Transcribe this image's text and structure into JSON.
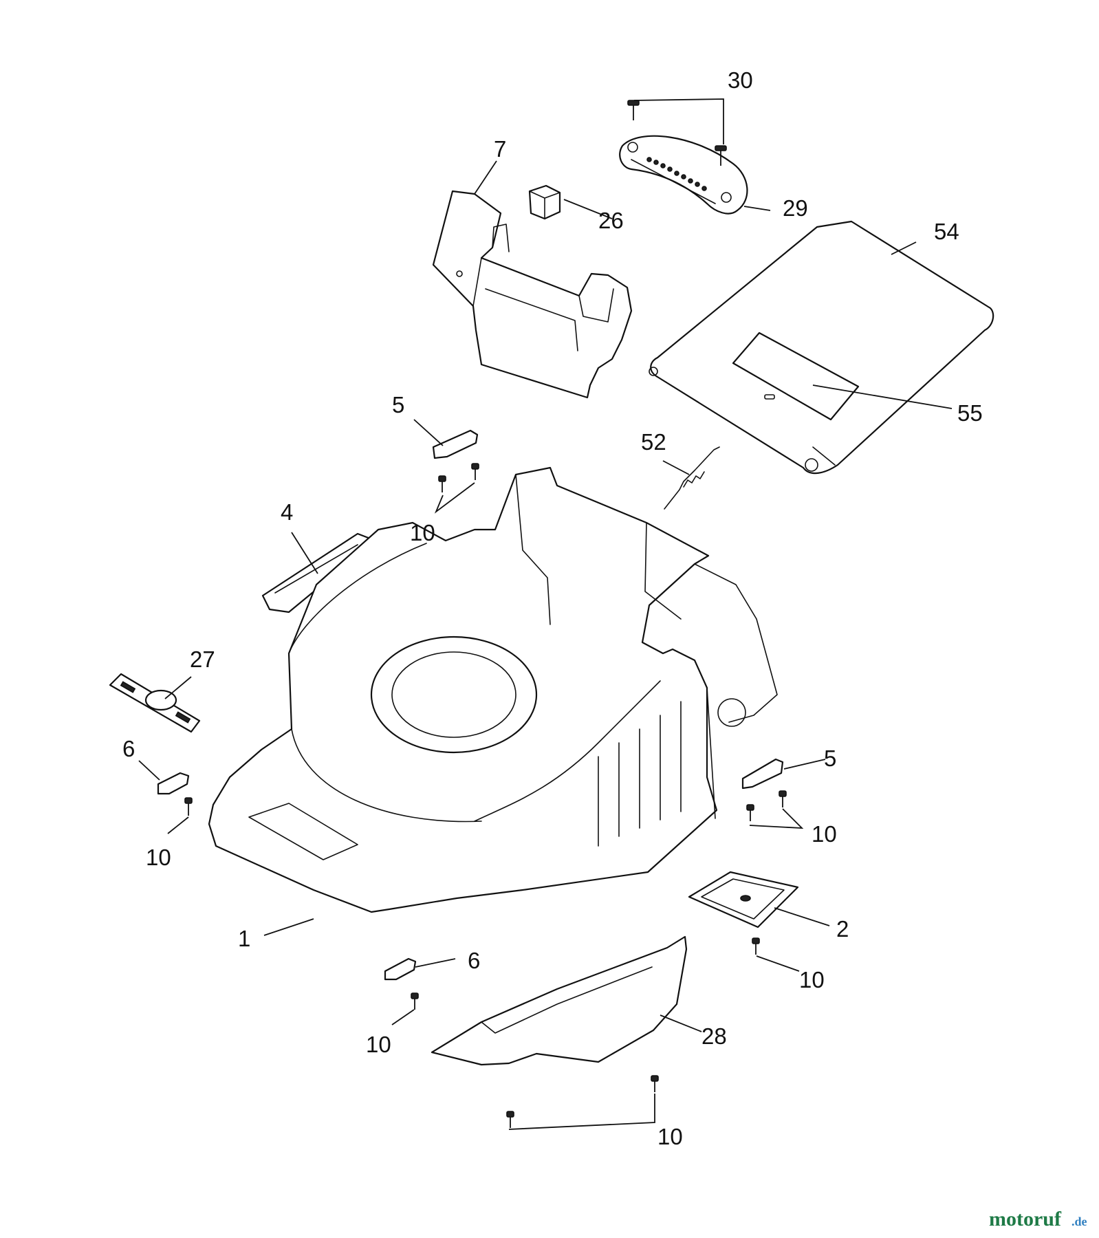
{
  "diagram": {
    "callouts": [
      {
        "id": "c30",
        "text": "30"
      },
      {
        "id": "c7",
        "text": "7"
      },
      {
        "id": "c26",
        "text": "26"
      },
      {
        "id": "c29",
        "text": "29"
      },
      {
        "id": "c54",
        "text": "54"
      },
      {
        "id": "c55",
        "text": "55"
      },
      {
        "id": "c5a",
        "text": "5"
      },
      {
        "id": "c52",
        "text": "52"
      },
      {
        "id": "c4",
        "text": "4"
      },
      {
        "id": "c10a",
        "text": "10"
      },
      {
        "id": "c27",
        "text": "27"
      },
      {
        "id": "c6a",
        "text": "6"
      },
      {
        "id": "c5b",
        "text": "5"
      },
      {
        "id": "c10b",
        "text": "10"
      },
      {
        "id": "c10c",
        "text": "10"
      },
      {
        "id": "c1",
        "text": "1"
      },
      {
        "id": "c2",
        "text": "2"
      },
      {
        "id": "c6b",
        "text": "6"
      },
      {
        "id": "c10d",
        "text": "10"
      },
      {
        "id": "c10e",
        "text": "10"
      },
      {
        "id": "c28",
        "text": "28"
      },
      {
        "id": "c10f",
        "text": "10"
      }
    ]
  },
  "watermark": {
    "brand": "motoruf",
    "suffix": ".de"
  }
}
